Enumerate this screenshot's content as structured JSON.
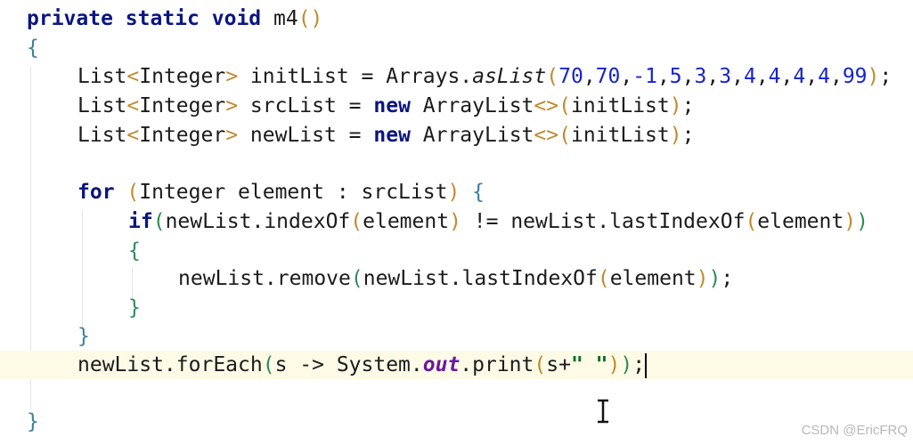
{
  "code": {
    "signature": {
      "mod1": "private",
      "mod2": "static",
      "ret": "void",
      "name": "m4",
      "parens": "()"
    },
    "open_brace": "{",
    "line_init": {
      "type": "List",
      "lt": "<",
      "generic": "Integer",
      "gt": ">",
      "decl": " initList = Arrays.",
      "method": "asList",
      "open": "(",
      "num1": "70",
      "num2": "70",
      "num3": "-1",
      "num4": "5",
      "num5": "3",
      "num6": "3",
      "num7": "4",
      "num8": "4",
      "num9": "4",
      "num10": "4",
      "num11": "99",
      "close": ")",
      "end": ";"
    },
    "line_src": {
      "type": "List",
      "lt": "<",
      "generic": "Integer",
      "gt": ">",
      "decl": " srcList = ",
      "kw": "new",
      "ctor": " ArrayList",
      "diamond": "<>",
      "open": "(",
      "arg": "initList",
      "close": ")",
      "end": ";"
    },
    "line_new": {
      "type": "List",
      "lt": "<",
      "generic": "Integer",
      "gt": ">",
      "decl": " newList = ",
      "kw": "new",
      "ctor": " ArrayList",
      "diamond": "<>",
      "open": "(",
      "arg": "initList",
      "close": ")",
      "end": ";"
    },
    "line_for": {
      "kw": "for",
      "open": "(",
      "body": "Integer element : srcList",
      "close": ")",
      "brace": "{"
    },
    "line_if": {
      "kw": "if",
      "open": "(",
      "call1": "newList.indexOf",
      "p1o": "(",
      "arg1": "element",
      "p1c": ")",
      "op": " != newList.lastIndexOf",
      "p2o": "(",
      "arg2": "element",
      "p2c": ")",
      "close": ")"
    },
    "if_open": "{",
    "line_remove": {
      "call": "newList.remove",
      "o1": "(",
      "inner": "newList.lastIndexOf",
      "o2": "(",
      "arg": "element",
      "c2": ")",
      "c1": ")",
      "end": ";"
    },
    "if_close": "}",
    "for_close": "}",
    "line_foreach": {
      "call": "newList.forEach",
      "o1": "(",
      "lambda": "s -> System.",
      "field": "out",
      "print": ".print",
      "o2": "(",
      "arg": "s+",
      "str": "\" \"",
      "c2": ")",
      "c1": ")",
      "end": ";"
    },
    "close_brace": "}"
  },
  "watermark": "CSDN @EricFRQ"
}
